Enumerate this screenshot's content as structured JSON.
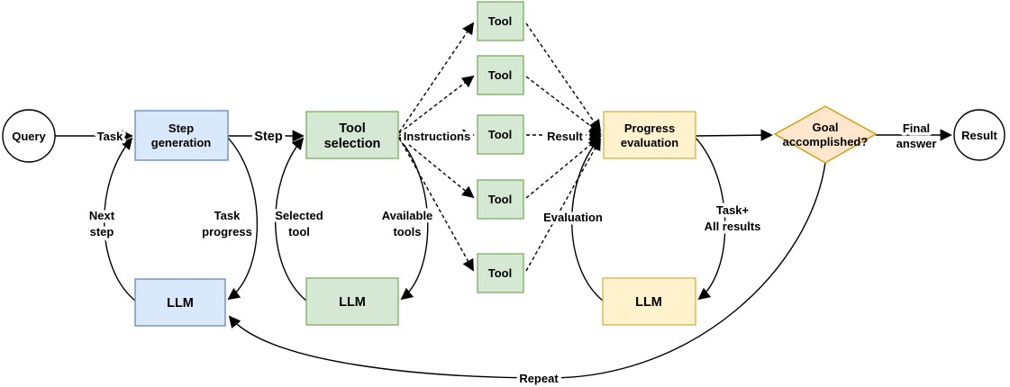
{
  "colors": {
    "background": "#ffffff",
    "line": "#000000",
    "blue_fill": "#dae8fc",
    "blue_stroke": "#6c8ebf",
    "green_fill": "#d5e8d4",
    "green_stroke": "#82b366",
    "yellow_fill": "#fff2cc",
    "yellow_stroke": "#d6b656",
    "orange_fill": "#ffe6cc",
    "orange_stroke": "#d79b00"
  },
  "nodes": {
    "query": {
      "label": "Query"
    },
    "step_generation": {
      "line1": "Step",
      "line2": "generation"
    },
    "tool_selection": {
      "line1": "Tool",
      "line2": "selection"
    },
    "tool": {
      "label": "Tool"
    },
    "progress_evaluation": {
      "line1": "Progress",
      "line2": "evaluation"
    },
    "goal": {
      "line1": "Goal",
      "line2": "accomplished?"
    },
    "result": {
      "label": "Result"
    },
    "llm_step": {
      "label": "LLM"
    },
    "llm_tool": {
      "label": "LLM"
    },
    "llm_eval": {
      "label": "LLM"
    }
  },
  "edges": {
    "task": {
      "label": "Task"
    },
    "step": {
      "label": "Step"
    },
    "instructions": {
      "label": "Instructions"
    },
    "result": {
      "label": "Result"
    },
    "final_answer": {
      "line1": "Final",
      "line2": "answer"
    },
    "next_step": {
      "line1": "Next",
      "line2": "step"
    },
    "task_progress": {
      "line1": "Task",
      "line2": "progress"
    },
    "selected_tool": {
      "line1": "Selected",
      "line2": "tool"
    },
    "available_tools": {
      "line1": "Available",
      "line2": "tools"
    },
    "evaluation": {
      "label": "Evaluation"
    },
    "task_all_results": {
      "line1": "Task+",
      "line2": "All results"
    },
    "repeat": {
      "label": "Repeat"
    }
  }
}
